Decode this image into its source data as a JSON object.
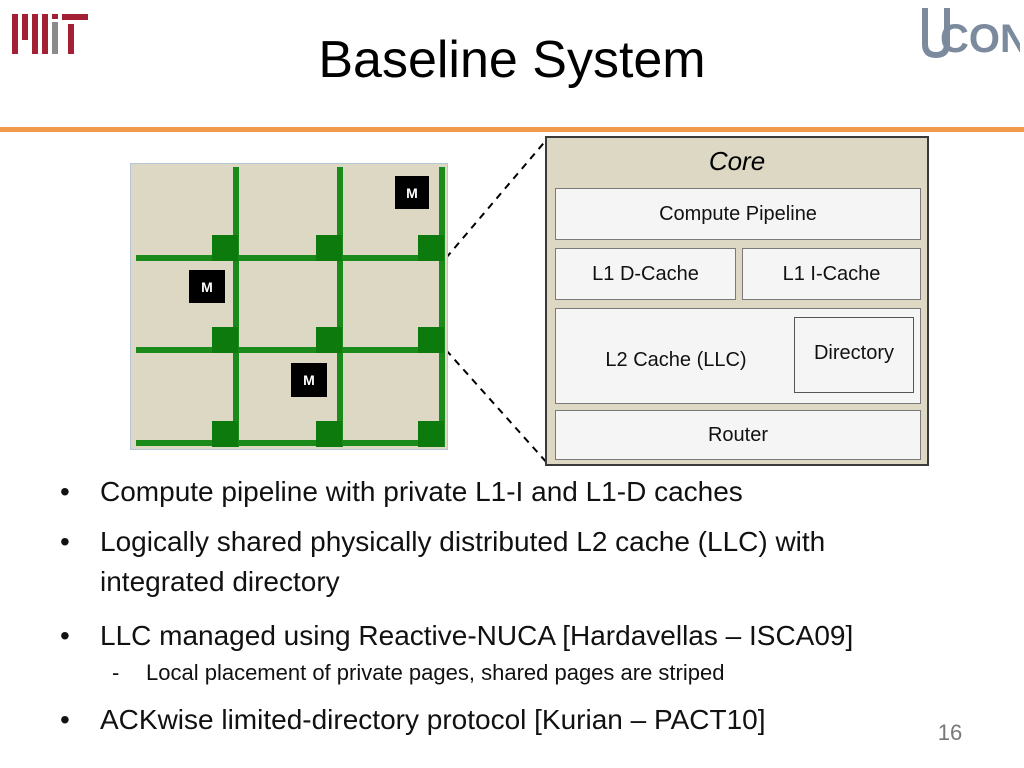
{
  "header": {
    "title": "Baseline System",
    "left_logo": "MIT",
    "right_logo": "CONN",
    "rule_color": "#f29a4b"
  },
  "grid": {
    "tile_color": "#ddd8c4",
    "link_color": "#1a8a1a",
    "router_color": "#0d7a0d",
    "memory_label": "M"
  },
  "core": {
    "title": "Core",
    "compute_pipeline": "Compute Pipeline",
    "l1_dcache": "L1 D-Cache",
    "l1_icache": "L1 I-Cache",
    "l2_cache": "L2 Cache (LLC)",
    "directory": "Directory",
    "router": "Router"
  },
  "bullets": [
    {
      "text": "Compute pipeline with private L1-I and L1-D caches"
    },
    {
      "text": "Logically shared physically distributed L2 cache (LLC) with integrated directory"
    },
    {
      "text": "LLC managed using Reactive-NUCA [Hardavellas – ISCA09]",
      "sub": "Local placement of private pages, shared pages are striped"
    },
    {
      "text": "ACKwise limited-directory protocol [Kurian – PACT10]"
    }
  ],
  "page_number": "16"
}
